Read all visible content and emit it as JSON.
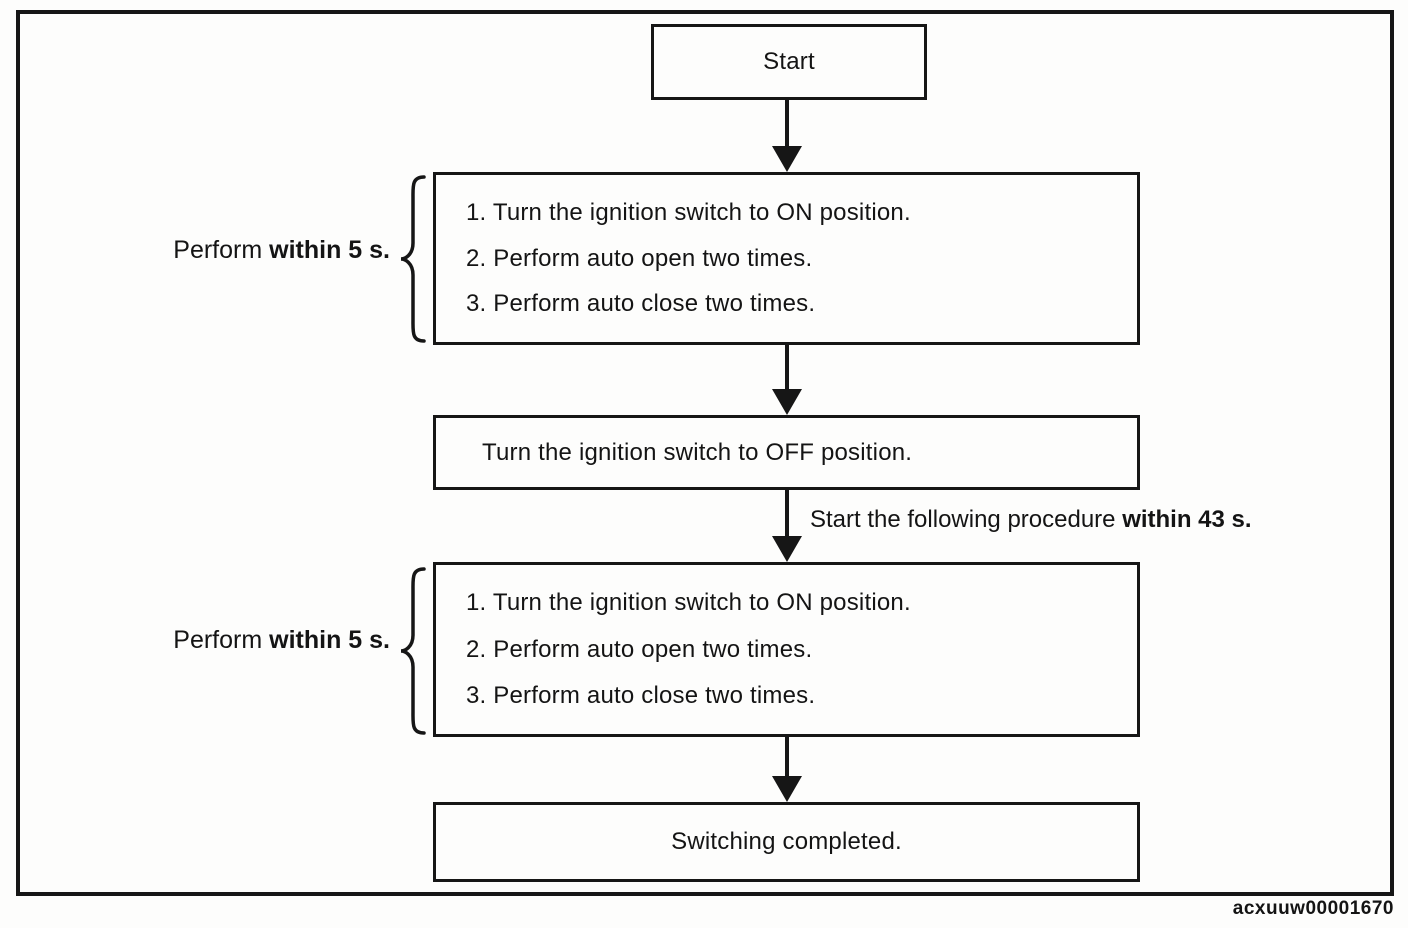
{
  "boxes": {
    "start": "Start",
    "steps": [
      "1. Turn the ignition switch to ON position.",
      "2. Perform auto open two times.",
      "3. Perform auto close two times."
    ],
    "off": "Turn the ignition switch to OFF position.",
    "completed": "Switching completed."
  },
  "labels": {
    "perform_prefix": "Perform ",
    "perform_bold": "within 5 s.",
    "procedure_prefix": "Start the following procedure ",
    "procedure_bold": "within 43 s."
  },
  "figure_code": "acxuuw00001670",
  "colors": {
    "line": "#161616",
    "background": "#fdfdfc"
  }
}
